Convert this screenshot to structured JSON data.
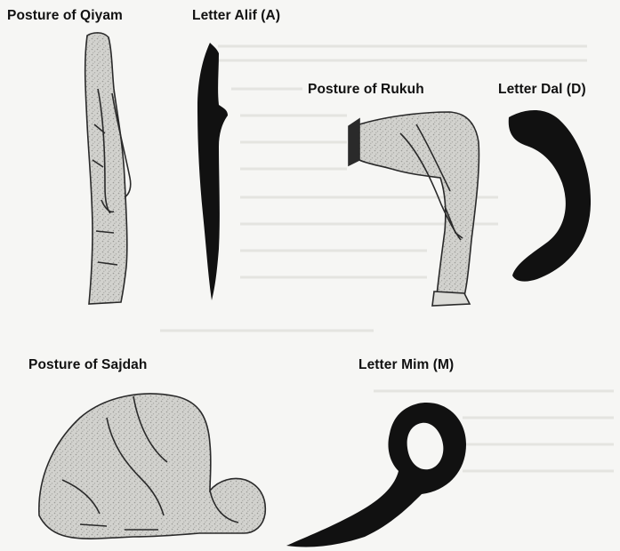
{
  "labels": {
    "qiyam": "Posture of Qiyam",
    "alif": "Letter Alif (A)",
    "rukuh": "Posture of Rukuh",
    "dal": "Letter Dal (D)",
    "sajdah": "Posture of Sajdah",
    "mim": "Letter Mim (M)"
  },
  "colors": {
    "figure_fill": "#cfcfcb",
    "figure_stroke": "#2a2a2a",
    "letter_fill": "#111111",
    "background": "#f6f6f4"
  }
}
